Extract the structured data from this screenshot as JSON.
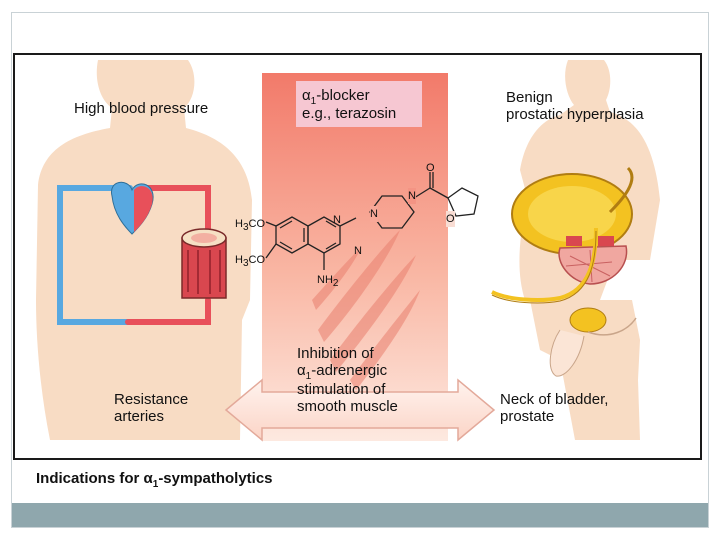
{
  "labels": {
    "high_blood_pressure": "High blood pressure",
    "blocker_line1_alpha": "α",
    "blocker_line1_sub": "1",
    "blocker_line1_rest": "-blocker",
    "blocker_line2": "e.g., terazosin",
    "bph_line1": "Benign",
    "bph_line2": "prostatic hyperplasia",
    "resistance_line1": "Resistance",
    "resistance_line2": "arteries",
    "inhibition_line1": "Inhibition of",
    "inhibition_line2_alpha": "α",
    "inhibition_line2_sub": "1",
    "inhibition_line2_rest": "-adrenergic",
    "inhibition_line3": "stimulation of",
    "inhibition_line4": "smooth muscle",
    "neck_line1": "Neck of bladder,",
    "neck_line2": "prostate"
  },
  "molecule": {
    "h3co_top": "H",
    "h3co_top_sub": "3",
    "h3co_top_rest": "CO",
    "h3co_bottom": "H",
    "h3co_bottom_sub": "3",
    "h3co_bottom_rest": "CO",
    "nh2": "NH",
    "nh2_sub": "2",
    "n_labels": [
      "N",
      "N",
      "N",
      "N"
    ],
    "o_carbonyl": "O",
    "o_ring": "O"
  },
  "caption": {
    "prefix": "Indications for ",
    "alpha": "α",
    "sub": "1",
    "rest": "-sympatholytics"
  },
  "colors": {
    "skin": "#f8dcc4",
    "artery_red": "#e8505a",
    "vein_blue": "#58a8e0",
    "gradient_top": "#f27a6a",
    "bladder_yellow": "#f3c221",
    "footer": "#8fa7ad"
  }
}
